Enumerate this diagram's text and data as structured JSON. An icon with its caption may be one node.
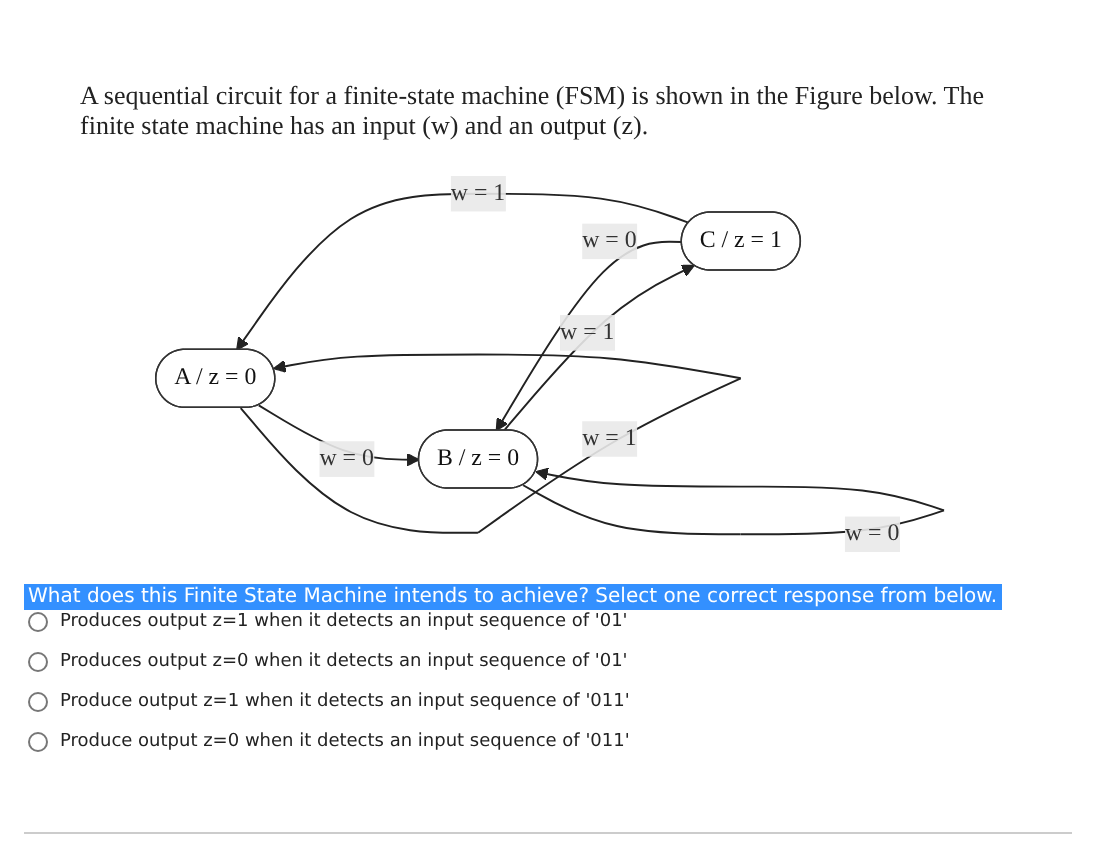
{
  "diagram": {
    "nodes": [
      {
        "text": [
          "A / z = 0"
        ]
      },
      {
        "text": [
          "B / z = 0"
        ]
      },
      {
        "text": [
          "C / z = 1"
        ]
      }
    ],
    "edges": [
      {
        "from": 0,
        "to": 0,
        "arrow": "to",
        "label": "w = 1"
      },
      {
        "from": 0,
        "to": 1,
        "arrow": "to",
        "label": "w = 0"
      },
      {
        "from": 1,
        "to": 1,
        "arrow": "to",
        "label": "w = 0"
      },
      {
        "from": 1,
        "to": 2,
        "arrow": "to",
        "label": "w = 1"
      },
      {
        "from": 2,
        "to": 1,
        "arrow": "to",
        "label": "w = 0"
      },
      {
        "from": 2,
        "to": 0,
        "arrow": "to",
        "label": "w = 1"
      }
    ],
    "labels": [
      "A sequential circuit for a finite-state machine (FSM) is shown in the Figure below. The finite state machine has an input (w) and an output (z).",
      "What does this Finite State Machine intends to achieve? Select one correct response from below.",
      "Produces output z=1 when it detects an input sequence of '01'",
      "Produces output z=0 when it detects an input sequence of '01'",
      "Produce output z=1 when it detects an input sequence of '011'",
      "Produce output z=0 when it detects an input sequence of '011'"
    ]
  }
}
